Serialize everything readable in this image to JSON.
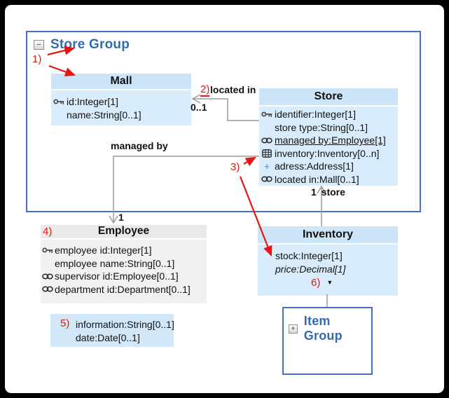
{
  "colors": {
    "container_border": "#4472c4",
    "group_title_blue": "#2f6cb3",
    "class_header_fill": "#cbe4f7",
    "class_body_fill": "#d9ecfb",
    "employee_header_fill": "#e9e9e9",
    "employee_body_fill": "#f1f1f1",
    "annotation_red": "#e3170f",
    "connector_gray": "#9b9b9b"
  },
  "store_group": {
    "label": "Store Group",
    "collapse_glyph": "−"
  },
  "item_group": {
    "label": "Item Group",
    "expand_glyph": "+"
  },
  "classes": {
    "mall": {
      "title": "Mall",
      "attrs": [
        "id:Integer[1]",
        "name:String[0..1]"
      ]
    },
    "store": {
      "title": "Store",
      "attrs": [
        "identifier:Integer[1]",
        "store type:String[0..1]",
        "managed by:Employee[1]",
        "inventory:Inventory[0..n]",
        "adress:Address[1]",
        "located in:Mall[0..1]"
      ]
    },
    "employee": {
      "title": "Employee",
      "attrs": [
        "employee id:Integer[1]",
        "employee name:String[0..1]",
        "supervisor id:Employee[0..1]",
        "department id:Department[0..1]"
      ]
    },
    "inventory": {
      "title": "Inventory",
      "attrs": [
        "stock:Integer[1]",
        "price:Decimal[1]"
      ],
      "dropdown_glyph": "▼"
    }
  },
  "info_box": {
    "lines": [
      "information:String[0..1]",
      "date:Date[0..1]"
    ]
  },
  "edge_labels": {
    "located_in": "located in",
    "located_in_mult": "0..1",
    "managed_by": "managed by",
    "managed_by_mult": "1",
    "store_end": "1 store"
  },
  "annotations": {
    "n1": "1)",
    "n2": "2)",
    "n3": "3)",
    "n4": "4)",
    "n5": "5)",
    "n6": "6)"
  }
}
